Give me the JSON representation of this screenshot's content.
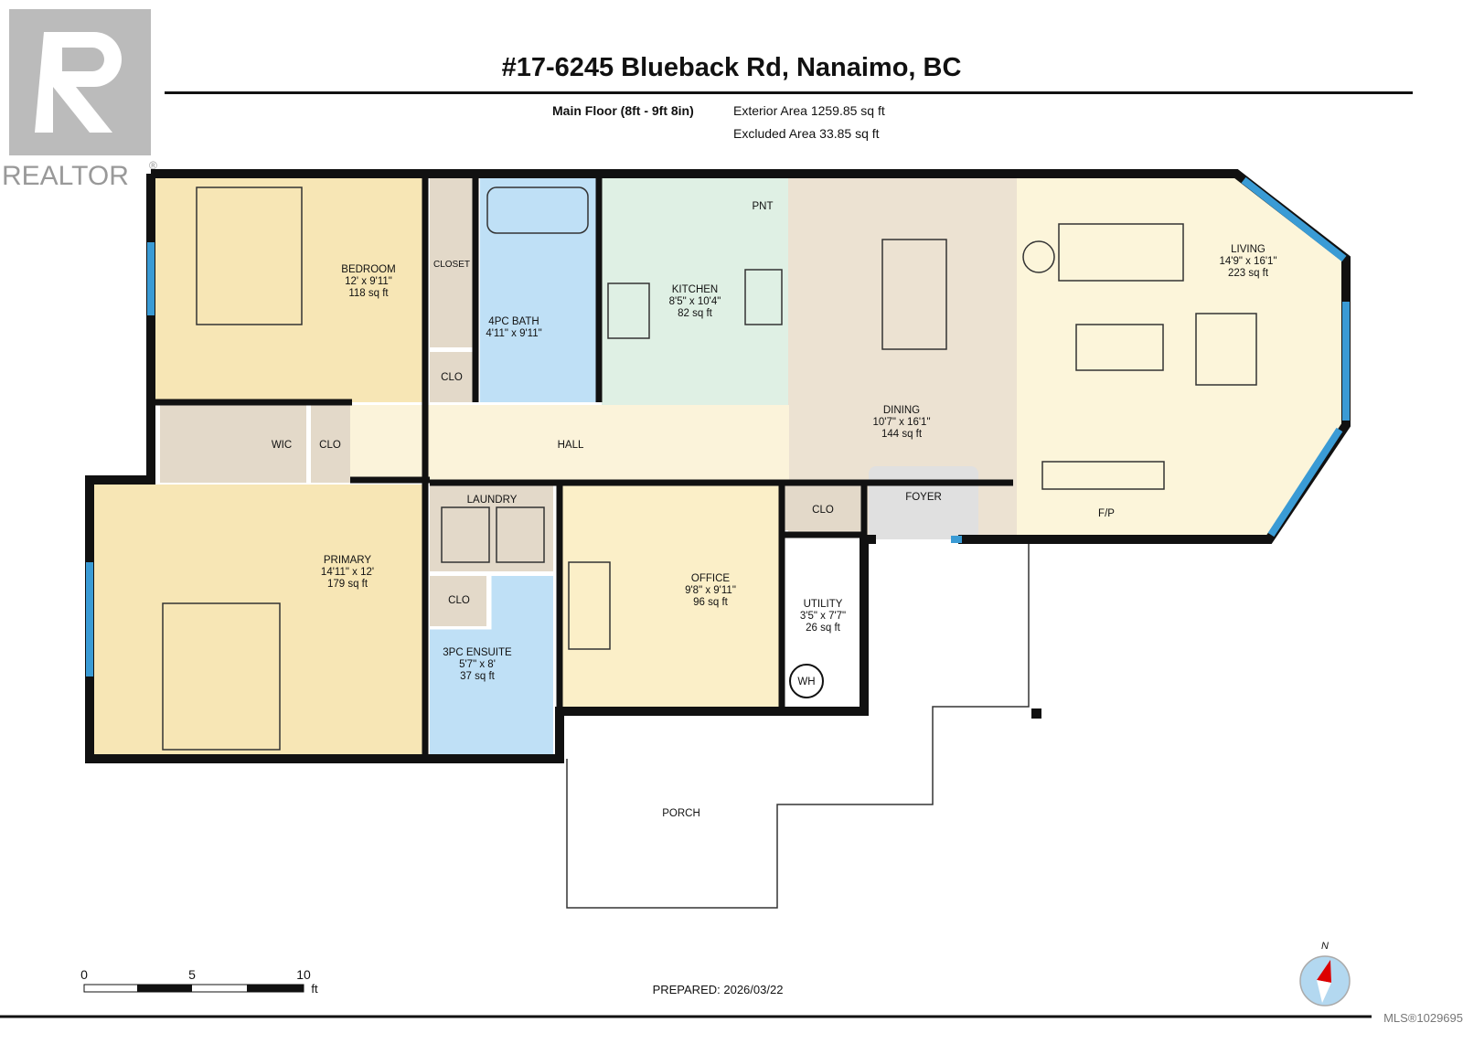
{
  "logo": {
    "text": "REALTOR",
    "mark": "®"
  },
  "title": "#17-6245 Blueback Rd, Nanaimo, BC",
  "floor": {
    "name": "Main Floor (8ft - 9ft 8in)",
    "exterior_area": "Exterior Area 1259.85 sq ft",
    "excluded_area": "Excluded Area 33.85 sq ft"
  },
  "rooms": {
    "bedroom": {
      "name": "BEDROOM",
      "dims": "12' x 9'11\"",
      "area": "118 sq ft"
    },
    "closet": {
      "name": "CLOSET"
    },
    "bath": {
      "name": "4PC BATH",
      "dims": "4'11\" x 9'11\""
    },
    "kitchen": {
      "name": "KITCHEN",
      "dims": "8'5\" x 10'4\"",
      "area": "82 sq ft"
    },
    "pantry": {
      "name": "PNT"
    },
    "dining": {
      "name": "DINING",
      "dims": "10'7\" x 16'1\"",
      "area": "144 sq ft"
    },
    "living": {
      "name": "LIVING",
      "dims": "14'9\" x 16'1\"",
      "area": "223 sq ft"
    },
    "clo1": {
      "name": "CLO"
    },
    "clo2": {
      "name": "CLO"
    },
    "clo3": {
      "name": "CLO"
    },
    "clo4": {
      "name": "CLO"
    },
    "wic": {
      "name": "WIC"
    },
    "hall": {
      "name": "HALL"
    },
    "laundry": {
      "name": "LAUNDRY"
    },
    "foyer": {
      "name": "FOYER"
    },
    "fireplace": {
      "name": "F/P"
    },
    "primary": {
      "name": "PRIMARY",
      "dims": "14'11\" x 12'",
      "area": "179 sq ft"
    },
    "ensuite": {
      "name": "3PC ENSUITE",
      "dims": "5'7\" x 8'",
      "area": "37 sq ft"
    },
    "office": {
      "name": "OFFICE",
      "dims": "9'8\" x 9'11\"",
      "area": "96 sq ft"
    },
    "utility": {
      "name": "UTILITY",
      "dims": "3'5\" x 7'7\"",
      "area": "26 sq ft"
    },
    "water_heater": {
      "name": "WH"
    },
    "porch": {
      "name": "PORCH"
    }
  },
  "scale": {
    "ticks": [
      "0",
      "5",
      "10"
    ],
    "unit": "ft"
  },
  "prepared": "PREPARED: 2026/03/22",
  "mls": "MLS®1029695",
  "compass": {
    "label": "N"
  },
  "colors": {
    "bedroom": "#f7e6b5",
    "bath": "#bfe0f6",
    "kitchen": "#dff0e4",
    "dining": "#ece2d2",
    "living": "#fcf5da",
    "closet": "#e3d9c9",
    "hall": "#fbf3da",
    "window": "#3a9bd5",
    "wall": "#111111"
  }
}
